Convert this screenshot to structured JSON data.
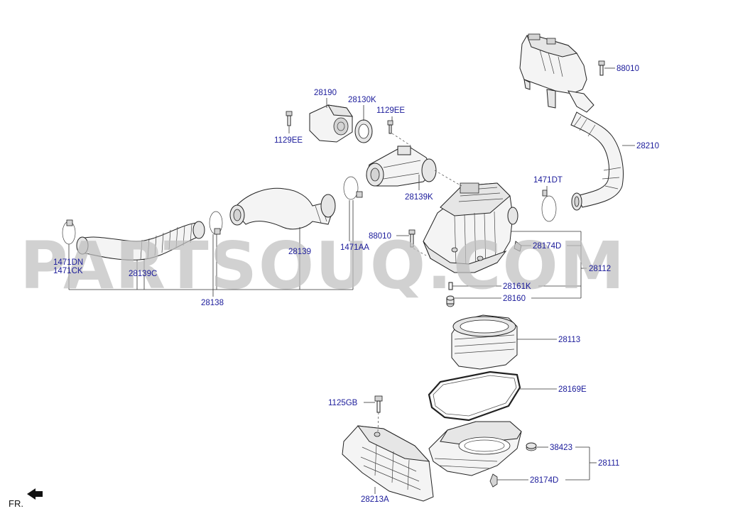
{
  "watermark": "PARTSOUQ.COM",
  "direction_label": "FR.",
  "labels": {
    "p88010_top": "88010",
    "p28210": "28210",
    "p28190": "28190",
    "p28130K": "28130K",
    "p1129EE_top": "1129EE",
    "p1129EE_left": "1129EE",
    "p1471DT": "1471DT",
    "p28139K": "28139K",
    "p88010_mid": "88010",
    "p28174D_top": "28174D",
    "p28112": "28112",
    "p1471DN": "1471DN",
    "p1471CK": "1471CK",
    "p28139C": "28139C",
    "p28139": "28139",
    "p1471AA": "1471AA",
    "p28138": "28138",
    "p28161K": "28161K",
    "p28160": "28160",
    "p28113": "28113",
    "p28169E": "28169E",
    "p1125GB": "1125GB",
    "p38423": "38423",
    "p28111": "28111",
    "p28174D_bot": "28174D",
    "p28213A": "28213A"
  }
}
